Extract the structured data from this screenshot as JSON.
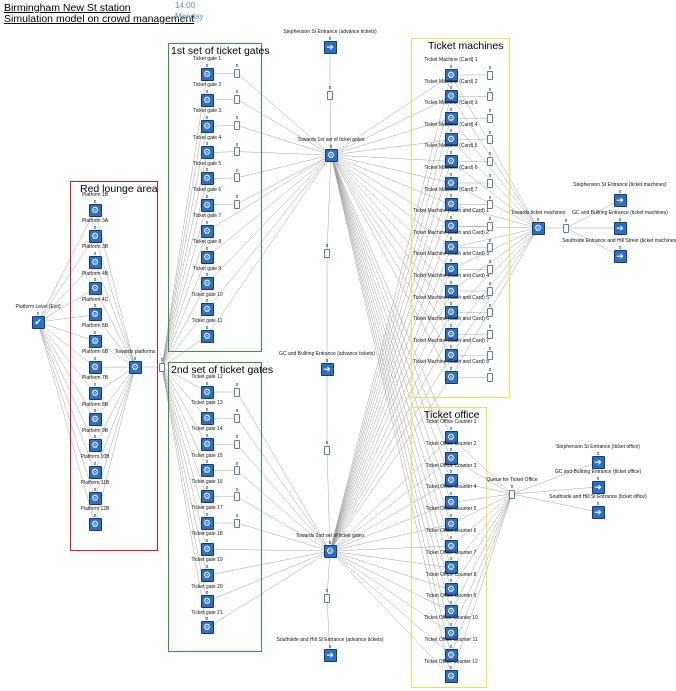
{
  "header": {
    "line1": "Birmingham New St station",
    "line2": "Simulation model on crowd management",
    "time": "14:00",
    "day": "Monday"
  },
  "groups": {
    "red_lounge": "Red lounge area",
    "gates1": "1st set of ticket gates",
    "gates2": "2nd set of ticket gates",
    "machines": "Ticket machines",
    "office": "Ticket office"
  },
  "colors": {
    "node": "#2d6fc4",
    "wire": "#9a9a9a",
    "red": "#e01b1b",
    "green": "#2f9a3a",
    "yellow": "#f4e338"
  },
  "icons": {
    "activity": "cog-icon",
    "entry": "arrow-right-icon",
    "exit": "check-icon",
    "queue": "queue-icon"
  },
  "counter": "0",
  "platform_exit": "Platform Level (Exit)",
  "platforms": [
    "Platform 1B",
    "Platform 3A",
    "Platform 3B",
    "Platform 4B",
    "Platform 4C",
    "Platform 5B",
    "Platform 6B",
    "Platform 7B",
    "Platform 8B",
    "Platform 9B",
    "Platform 10B",
    "Platform 11B",
    "Platform 12B"
  ],
  "towards_platforms": "Towards platforms",
  "gates1": [
    "Ticket gate 1",
    "Ticket gate 2",
    "Ticket gate 3",
    "Ticket gate 4",
    "Ticket gate 5",
    "Ticket gate 6",
    "Ticket gate 7",
    "Ticket gate 8",
    "Ticket gate 9",
    "Ticket gate 10",
    "Ticket gate 11"
  ],
  "gates2": [
    "Ticket gate 12",
    "Ticket gate 13",
    "Ticket gate 14",
    "Ticket gate 15",
    "Ticket gate 16",
    "Ticket gate 17",
    "Ticket gate 18",
    "Ticket gate 19",
    "Ticket gate 20",
    "Ticket gate 21"
  ],
  "middle": {
    "stephenson_adv": "Stephenson St Entrance (advance tickets)",
    "towards_gates1": "Towards 1st set of ticket gates",
    "gc_adv": "GC and Bullring Entrance (advance tickets)",
    "towards_gates2": "Towards 2nd set of ticket gates",
    "southside_adv": "Southside and Hill St Entrance (advance tickets)"
  },
  "machines": [
    "Ticket Machine (Card) 1",
    "Ticket Machine (Card) 2",
    "Ticket Machine (Card) 3",
    "Ticket Machine (Card) 4",
    "Ticket Machine (Card) 5",
    "Ticket Machine (Card) 6",
    "Ticket Machine (Card) 7",
    "Ticket Machine (Cash and Card) 1",
    "Ticket Machine (Cash and Card) 2",
    "Ticket Machine (Cash and Card) 3",
    "Ticket Machine (Cash and Card) 4",
    "Ticket Machine (Cash and Card) 5",
    "Ticket Machine (Cash and Card) 6",
    "Ticket Machine (Cash and Card) 7",
    "Ticket Machine (Cash and Card) 8"
  ],
  "towards_machines": "Towards ticket machines",
  "machine_entrances": [
    "Stephenson St Entrance (ticket machines)",
    "GC and Bullring Entrance (ticket machines)",
    "Southside Entrance and Hill Street (ticket machines)"
  ],
  "office": [
    "Ticket Office Counter 1",
    "Ticket Office Counter 2",
    "Ticket Office Counter 3",
    "Ticket Office Counter 4",
    "Ticket Office Counter 5",
    "Ticket Office Counter 6",
    "Ticket Office Counter 7",
    "Ticket Office Counter 8",
    "Ticket Office Counter 9",
    "Ticket Office Counter 10",
    "Ticket Office Counter 11",
    "Ticket Office Counter 12"
  ],
  "queue_office": "Queue for Ticket Office",
  "office_entrances": [
    "Stephenson St Entrance (ticket office)",
    "GC and Bullring Entrance (ticket office)",
    "Southside and Hill St Entrance (ticket office)"
  ]
}
